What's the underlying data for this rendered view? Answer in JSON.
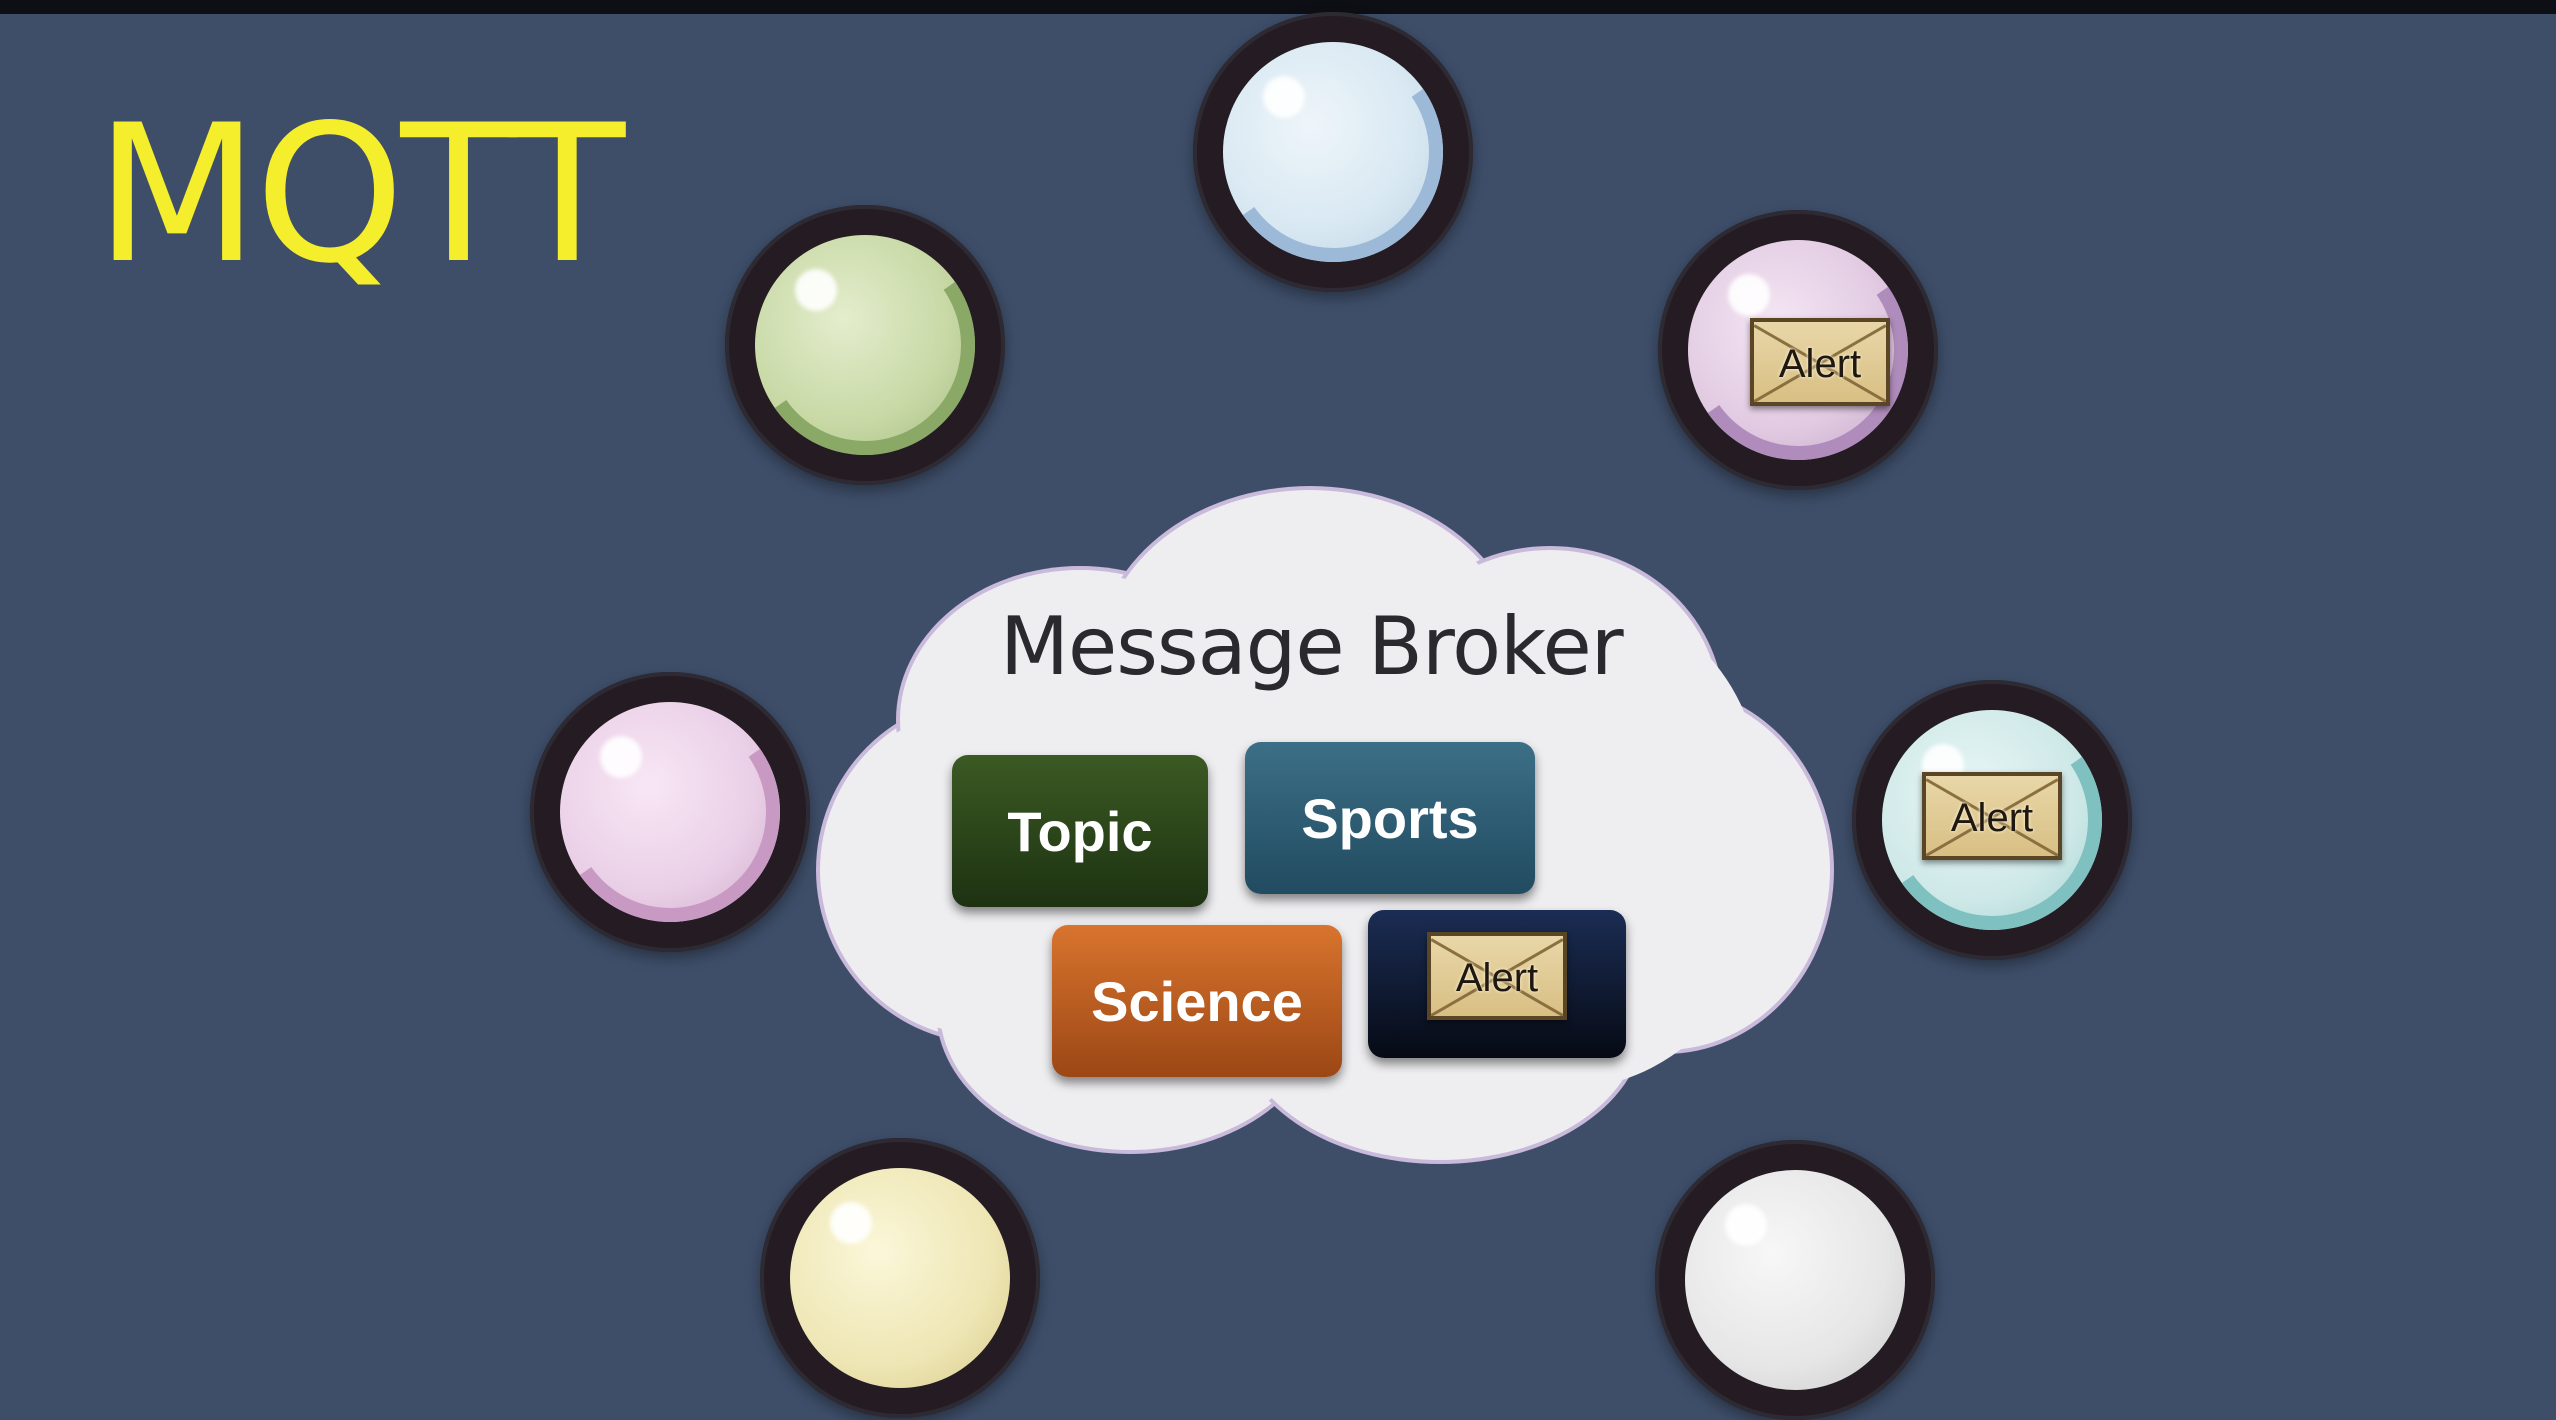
{
  "title": "MQTT",
  "broker": {
    "label": "Message Broker",
    "topics": [
      {
        "label": "Topic",
        "color": "#2c4a1a"
      },
      {
        "label": "Sports",
        "color": "#2e5d74"
      },
      {
        "label": "Science",
        "color": "#c0612a"
      },
      {
        "label": "Alert",
        "color": "#0e1730"
      }
    ]
  },
  "clients": [
    {
      "color": "#d8e8f2"
    },
    {
      "color": "#c8d9a6"
    },
    {
      "color": "#e2cbe2",
      "message": "Alert"
    },
    {
      "color": "#ead0e7"
    },
    {
      "color": "#cfe9e8",
      "message": "Alert"
    },
    {
      "color": "#eee6b4"
    },
    {
      "color": "#e6e6e6"
    }
  ]
}
